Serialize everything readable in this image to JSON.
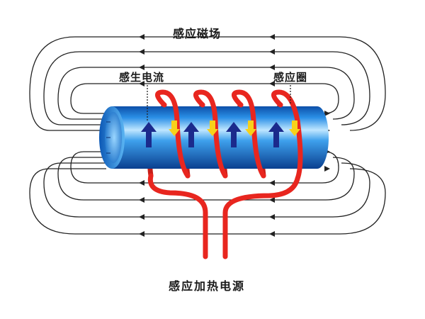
{
  "labels": {
    "magnetic_field": "感应磁场",
    "induced_current": "感生电流",
    "induction_coil": "感应圈",
    "power_source": "感应加热电源"
  },
  "colors": {
    "field_lines": "#222222",
    "coil": "#e8261f",
    "workpiece": "#1e88d8",
    "current_arrow": "#1b2a8c",
    "coil_current_arrow": "#f7d11a"
  },
  "icons": [
    "field-arrow-icon",
    "current-arrow-icon",
    "coil-current-arrow-icon"
  ]
}
